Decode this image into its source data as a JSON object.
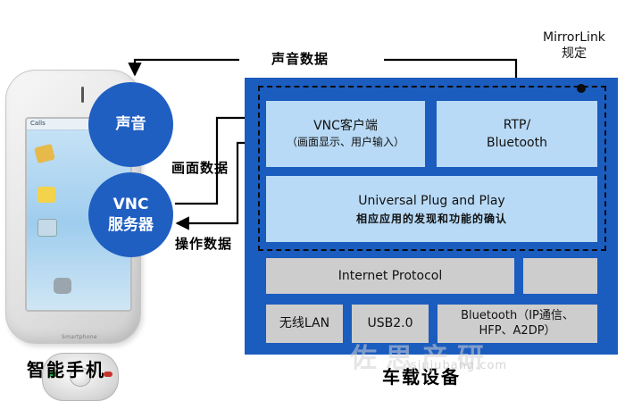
{
  "phone": {
    "screen_status": "Calls",
    "brand": "Smartphone",
    "caption": "智能手机",
    "circles": {
      "audio": "声音",
      "vnc_line1": "VNC",
      "vnc_line2": "服务器"
    }
  },
  "flows": {
    "audio_data": "声音数据",
    "screen_data": "画面数据",
    "operation_data": "操作数据"
  },
  "device": {
    "caption": "车载设备",
    "mirrorlink_line1": "MirrorLink",
    "mirrorlink_line2": "规定",
    "vnc_client_line1": "VNC客户端",
    "vnc_client_line2": "（画面显示、用户输入）",
    "rtp_line1": "RTP/",
    "rtp_line2": "Bluetooth",
    "upnp_line1": "Universal Plug and Play",
    "upnp_line2": "相应应用的发现和功能的确认",
    "internet_protocol": "Internet Protocol",
    "wireless_lan": "无线LAN",
    "usb": "USB2.0",
    "bt_line1": "Bluetooth（IP通信、",
    "bt_line2": "HFP、A2DP）"
  },
  "watermark": {
    "text": "佐思产研",
    "url": "sjujubang.com"
  },
  "colors": {
    "device_blue": "#1b5cbf",
    "circle_blue": "#1f5fc2",
    "box_light_blue": "#b8daf6",
    "box_grey": "#cdcdcd"
  }
}
